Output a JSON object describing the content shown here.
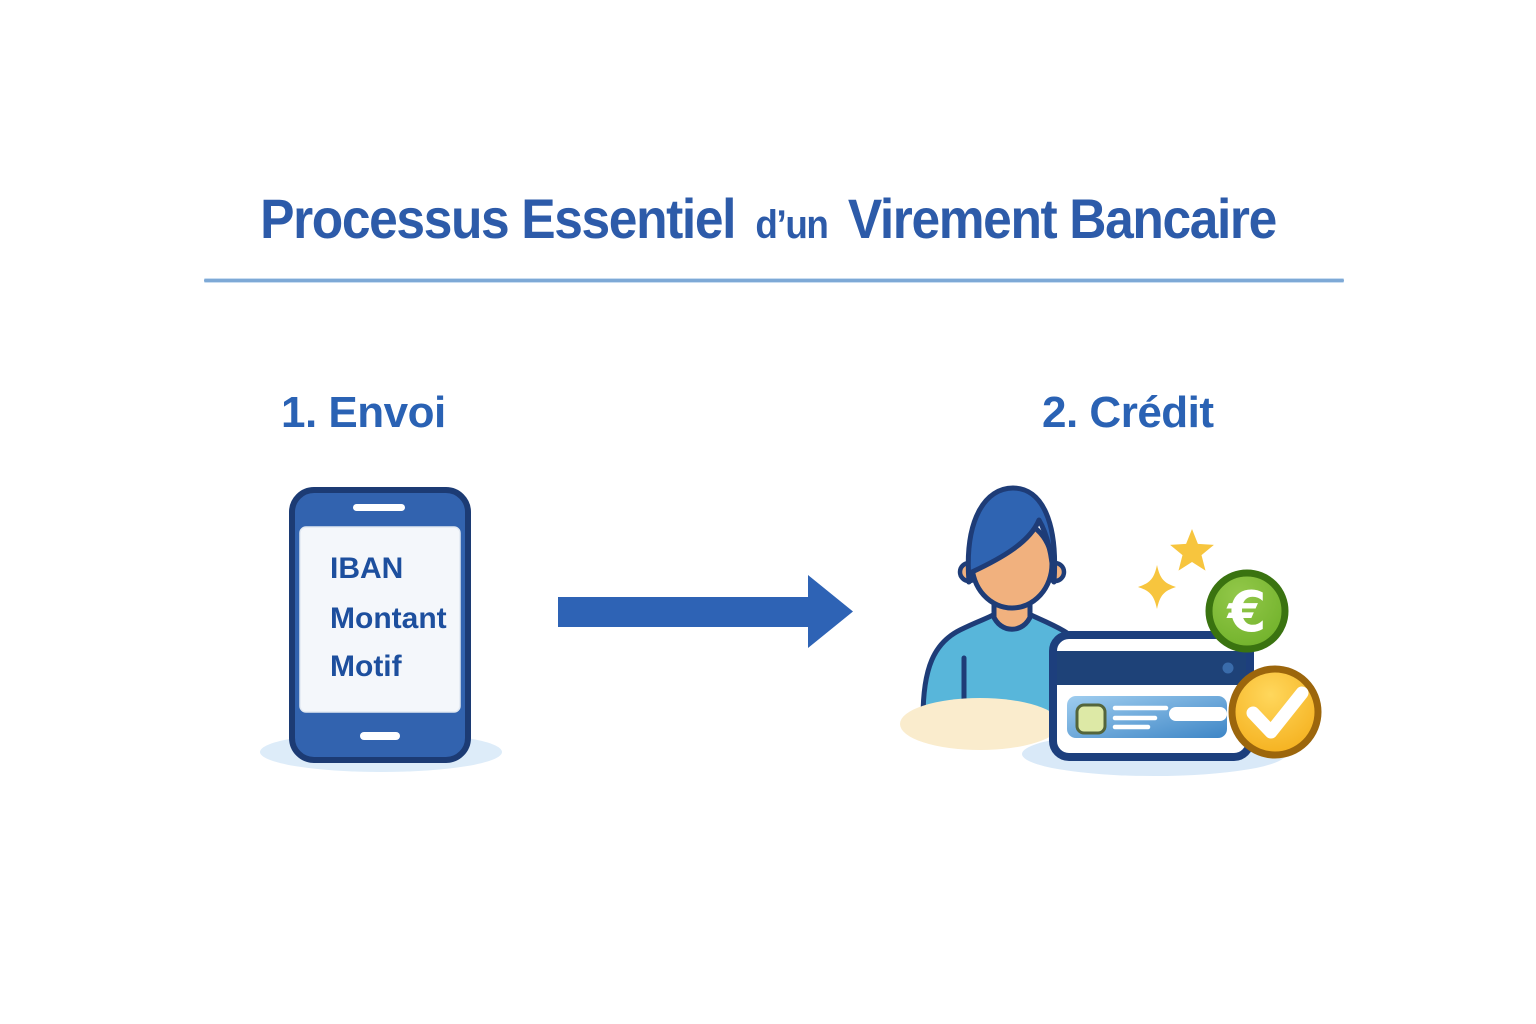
{
  "header": {
    "title_left": "Processus Essentiel",
    "title_connector": "d’un",
    "title_right": "Virement Bancaire"
  },
  "steps": [
    {
      "label": "1. Envoi",
      "phone_screen_fields": [
        "IBAN",
        "Montant",
        "Motif"
      ]
    },
    {
      "label": "2. Crédit"
    }
  ],
  "icons": {
    "euro_symbol": "€"
  },
  "colors": {
    "title_blue": "#2d5ba9",
    "label_blue": "#2a62b4",
    "underline_blue": "#7ea9d6",
    "outline_navy": "#1c3b74",
    "phone_body_blue": "#3263af",
    "phone_screen": "#f4f7fb",
    "screen_text_blue": "#1d4f9e",
    "arrow_blue": "#2e63b5",
    "hair_blue": "#2f64b2",
    "skin": "#f1b17e",
    "shirt_teal": "#58b6da",
    "card_navy": "#1d3f7d",
    "card_panel_blue": "#4f97d0",
    "chip_green": "#dde9a6",
    "euro_green": "#74b52e",
    "euro_green_dark": "#3a7310",
    "check_gold": "#f9bb22",
    "check_gold_dark": "#9c660c",
    "star_gold": "#f7c53e",
    "shadow_blue": "#dcebf8",
    "desk_cream": "#faeccd"
  }
}
